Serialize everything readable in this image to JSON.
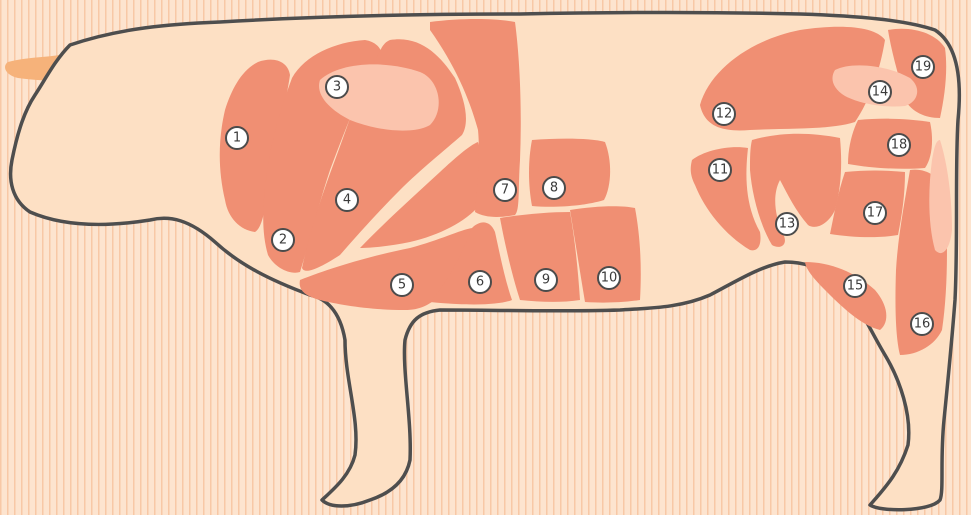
{
  "diagram": {
    "colors": {
      "background": "#fde4cf",
      "background_stripes": "#f8c8a6",
      "body": "#fde0c4",
      "outline": "#4e4e4e",
      "cut": "#f08f73",
      "fat": "#fbc4ad",
      "horn": "#f6b27a"
    },
    "labels": [
      {
        "id": 1,
        "text": "1"
      },
      {
        "id": 2,
        "text": "2"
      },
      {
        "id": 3,
        "text": "3"
      },
      {
        "id": 4,
        "text": "4"
      },
      {
        "id": 5,
        "text": "5"
      },
      {
        "id": 6,
        "text": "6"
      },
      {
        "id": 7,
        "text": "7"
      },
      {
        "id": 8,
        "text": "8"
      },
      {
        "id": 9,
        "text": "9"
      },
      {
        "id": 10,
        "text": "10"
      },
      {
        "id": 11,
        "text": "11"
      },
      {
        "id": 12,
        "text": "12"
      },
      {
        "id": 13,
        "text": "13"
      },
      {
        "id": 14,
        "text": "14"
      },
      {
        "id": 15,
        "text": "15"
      },
      {
        "id": 16,
        "text": "16"
      },
      {
        "id": 17,
        "text": "17"
      },
      {
        "id": 18,
        "text": "18"
      },
      {
        "id": 19,
        "text": "19"
      }
    ]
  }
}
